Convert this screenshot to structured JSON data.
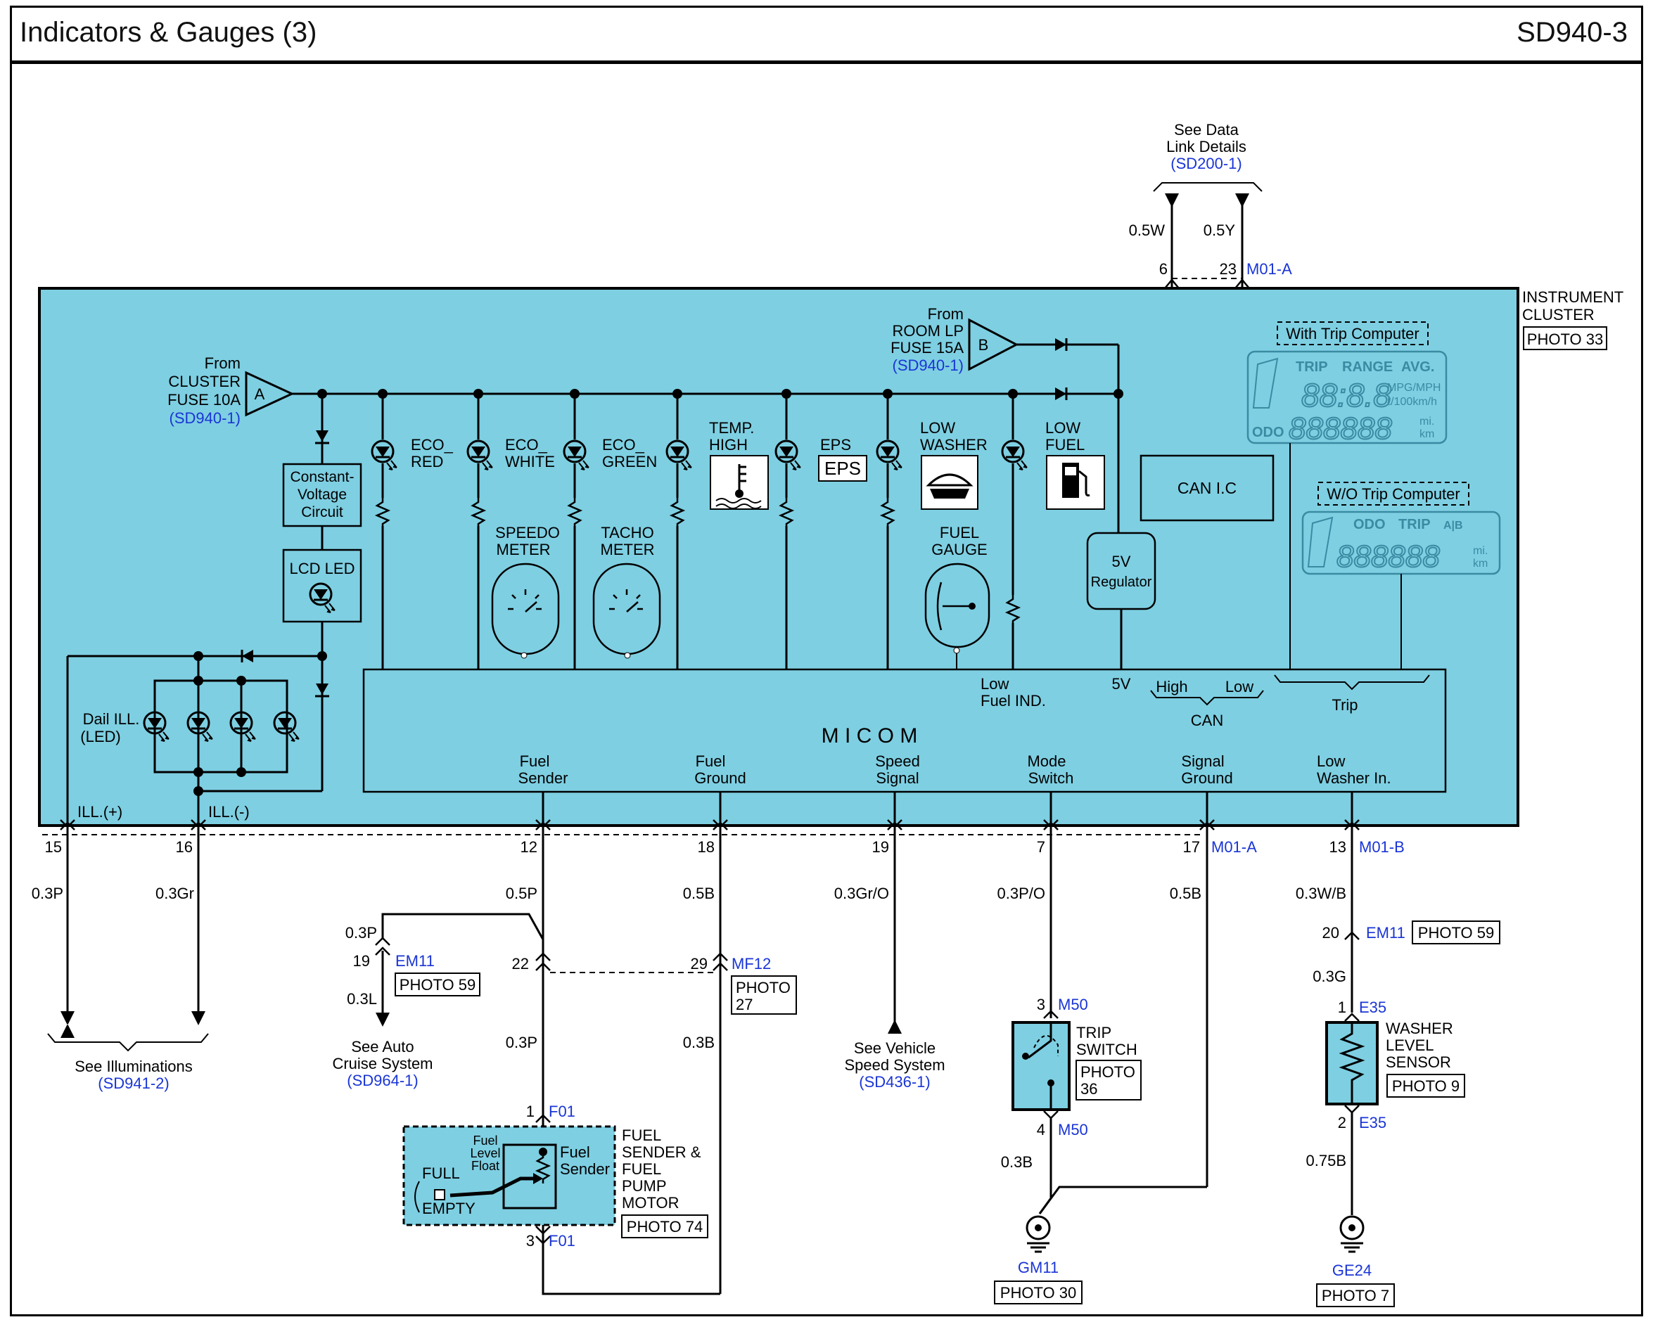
{
  "header": {
    "title": "Indicators & Gauges (3)",
    "code": "SD940-3"
  },
  "colors": {
    "cluster_fill": "#7ecfe2",
    "link_text": "#1a35d6",
    "wire": "#000000"
  },
  "top": {
    "see_data": "See Data",
    "link_details": "Link Details",
    "ref": "(SD200-1)",
    "w1": "0.5W",
    "w2": "0.5Y",
    "p1": "6",
    "p2": "23",
    "conn": "M01-A"
  },
  "cluster": {
    "name1": "INSTRUMENT",
    "name2": "CLUSTER",
    "photo": "PHOTO 33"
  },
  "fuseA": {
    "l1": "From",
    "l2": "CLUSTER",
    "l3": "FUSE 10A",
    "ref": "(SD940-1)",
    "tag": "A"
  },
  "fuseB": {
    "l1": "From",
    "l2": "ROOM LP",
    "l3": "FUSE 15A",
    "ref": "(SD940-1)",
    "tag": "B"
  },
  "blocks": {
    "cv1": "Constant-",
    "cv2": "Voltage",
    "cv3": "Circuit",
    "lcd": "LCD LED",
    "can": "CAN I.C",
    "reg1": "5V",
    "reg2": "Regulator",
    "micom": "M I C O M"
  },
  "ind": {
    "eco1": "ECO_",
    "red": "RED",
    "white": "WHITE",
    "green": "GREEN",
    "temp": "TEMP.",
    "high": "HIGH",
    "eps": "EPS",
    "low": "LOW",
    "washer": "WASHER",
    "fuel": "FUEL"
  },
  "gauges": {
    "speedo": "SPEEDO",
    "tacho": "TACHO",
    "meter": "METER",
    "fuel": "FUEL",
    "gauge": "GAUGE"
  },
  "lcd": {
    "with": "With Trip Computer",
    "wo": "W/O Trip Computer",
    "trip": "TRIP",
    "range": "RANGE",
    "avg": "AVG.",
    "mpg": "MPG/MPH",
    "lkm": "ℓ/100km/h",
    "odo": "ODO",
    "mi": "mi.",
    "km": "km",
    "ab": "A|B",
    "digits1": "88:8.8",
    "digits2": "888888"
  },
  "dial": {
    "l1": "Dail ILL.",
    "l2": "(LED)",
    "ill_pos": "ILL.(+)",
    "ill_neg": "ILL.(-)"
  },
  "micom": {
    "low": "Low",
    "fuel_ind": "Fuel IND.",
    "v5": "5V",
    "high": "High",
    "lowc": "Low",
    "can": "CAN",
    "trip": "Trip",
    "fs1": "Fuel",
    "fs2": "Sender",
    "fg1": "Fuel",
    "fg2": "Ground",
    "ss1": "Speed",
    "ss2": "Signal",
    "ms1": "Mode",
    "ms2": "Switch",
    "sg1": "Signal",
    "sg2": "Ground",
    "lw1": "Low",
    "lw2": "Washer In."
  },
  "pins": {
    "p15": "15",
    "p16": "16",
    "p12": "12",
    "p18": "18",
    "p19": "19",
    "p7": "7",
    "p17": "17",
    "p13": "13",
    "m01a": "M01-A",
    "m01b": "M01-B"
  },
  "wires": {
    "w03p": "0.3P",
    "w03gr": "0.3Gr",
    "w05p": "0.5P",
    "w05b": "0.5B",
    "w03gro": "0.3Gr/O",
    "w03po": "0.3P/O",
    "w05b2": "0.5B",
    "w03wb": "0.3W/B",
    "w03p2": "0.3P",
    "w03l": "0.3L",
    "w03p3": "0.3P",
    "w03b": "0.3B",
    "w03g": "0.3G",
    "w03b2": "0.3B",
    "w075b": "0.75B"
  },
  "conns": {
    "em11": "EM11",
    "photo59": "PHOTO 59",
    "p19": "19",
    "p22": "22",
    "p29": "29",
    "mf12": "MF12",
    "photo": "PHOTO",
    "n27": "27",
    "p20": "20",
    "em11b": "EM11",
    "photo59b": "PHOTO 59"
  },
  "illum": {
    "l1": "See Illuminations",
    "ref": "(SD941-2)"
  },
  "cruise": {
    "l1": "See Auto",
    "l2": "Cruise System",
    "ref": "(SD964-1)"
  },
  "vss": {
    "l1": "See Vehicle",
    "l2": "Speed System",
    "ref": "(SD436-1)"
  },
  "fsender": {
    "p1": "1",
    "f01": "F01",
    "p3": "3",
    "f01b": "F01",
    "l1": "FUEL",
    "l2": "SENDER &",
    "l3": "FUEL",
    "l4": "PUMP",
    "l5": "MOTOR",
    "photo": "PHOTO 74",
    "float1": "Fuel",
    "float2": "Level",
    "float3": "Float",
    "sender1": "Fuel",
    "sender2": "Sender",
    "full": "FULL",
    "empty": "EMPTY"
  },
  "trip": {
    "p3": "3",
    "m50": "M50",
    "p4": "4",
    "m50b": "M50",
    "l1": "TRIP",
    "l2": "SWITCH",
    "ph1": "PHOTO",
    "ph2": "36"
  },
  "washer": {
    "p1": "1",
    "e35": "E35",
    "p2": "2",
    "e35b": "E35",
    "l1": "WASHER",
    "l2": "LEVEL",
    "l3": "SENSOR",
    "photo": "PHOTO 9"
  },
  "grounds": {
    "gm11": "GM11",
    "photo30": "PHOTO 30",
    "ge24": "GE24",
    "photo7": "PHOTO 7"
  }
}
